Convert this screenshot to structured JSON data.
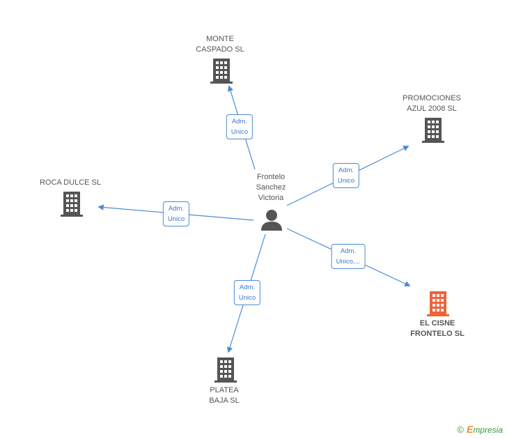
{
  "center": {
    "name_lines": [
      "Frontelo",
      "Sanchez",
      "Victoria"
    ],
    "icon": "person-icon"
  },
  "companies": [
    {
      "id": "monte",
      "lines": [
        "MONTE",
        "CASPADO SL"
      ],
      "icon": "building-icon",
      "color": "#555555",
      "highlight": false
    },
    {
      "id": "promociones",
      "lines": [
        "PROMOCIONES",
        "AZUL 2008 SL"
      ],
      "icon": "building-icon",
      "color": "#555555",
      "highlight": false
    },
    {
      "id": "roca",
      "lines": [
        "ROCA DULCE SL"
      ],
      "icon": "building-icon",
      "color": "#555555",
      "highlight": false
    },
    {
      "id": "elcisne",
      "lines": [
        "EL CISNE",
        "FRONTELO SL"
      ],
      "icon": "building-icon",
      "color": "#f0623a",
      "highlight": true
    },
    {
      "id": "platea",
      "lines": [
        "PLATEA",
        "BAJA SL"
      ],
      "icon": "building-icon",
      "color": "#555555",
      "highlight": false
    }
  ],
  "edges": [
    {
      "to": "monte",
      "lines": [
        "Adm.",
        "Unico"
      ]
    },
    {
      "to": "promociones",
      "lines": [
        "Adm.",
        "Unico"
      ]
    },
    {
      "to": "roca",
      "lines": [
        "Adm.",
        "Unico"
      ]
    },
    {
      "to": "elcisne",
      "lines": [
        "Adm.",
        "Unico,..."
      ]
    },
    {
      "to": "platea",
      "lines": [
        "Adm.",
        "Unico"
      ]
    }
  ],
  "colors": {
    "edge": "#4a8bd6",
    "building": "#555555",
    "highlight": "#f0623a"
  },
  "footer": {
    "copyright": "©",
    "brand_first": "E",
    "brand_rest": "mpresia"
  }
}
